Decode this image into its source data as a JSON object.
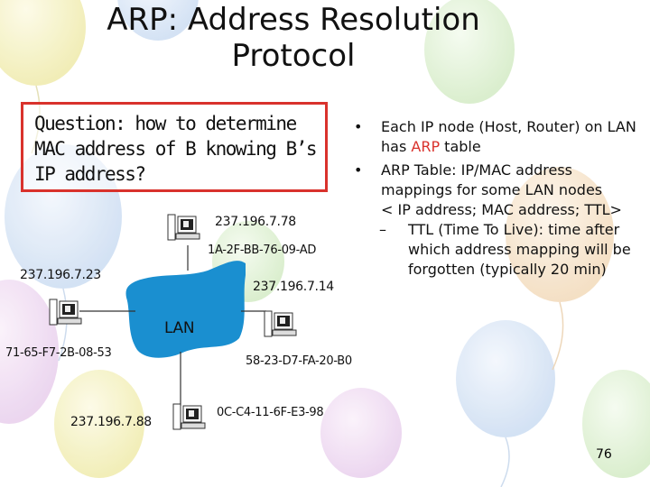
{
  "slide": {
    "title_line1": "ARP: Address Resolution",
    "title_line2": "Protocol",
    "question": "Question: how to determine MAC address of B knowing B’s IP address?",
    "bullets": {
      "b1_pre": "Each IP node (Host, Router) on LAN has ",
      "b1_highlight": "ARP",
      "b1_post": " table",
      "b2": "ARP Table: IP/MAC address mappings for some LAN nodes",
      "b2_cont": "< IP address; MAC address; TTL>",
      "sub_dash": "–",
      "sub": "TTL (Time To Live): time after which address mapping will be forgotten (typically 20 min)"
    },
    "diagram": {
      "lan": "LAN",
      "nodes": {
        "top_ip": "237.196.7.78",
        "top_mac": "1A-2F-BB-76-09-AD",
        "left_ip": "237.196.7.23",
        "left_mac": "71-65-F7-2B-08-53",
        "right_ip": "237.196.7.14",
        "right_mac": "58-23-D7-FA-20-B0",
        "bottom_ip": "237.196.7.88",
        "bottom_mac": "0C-C4-11-6F-E3-98"
      }
    },
    "page_number": "76"
  },
  "colors": {
    "accent_red": "#d9322c",
    "lan_blue": "#1a8fd0"
  },
  "icons": [
    "balloon-decoration",
    "computer-icon",
    "bullet-icon",
    "dash-icon"
  ]
}
